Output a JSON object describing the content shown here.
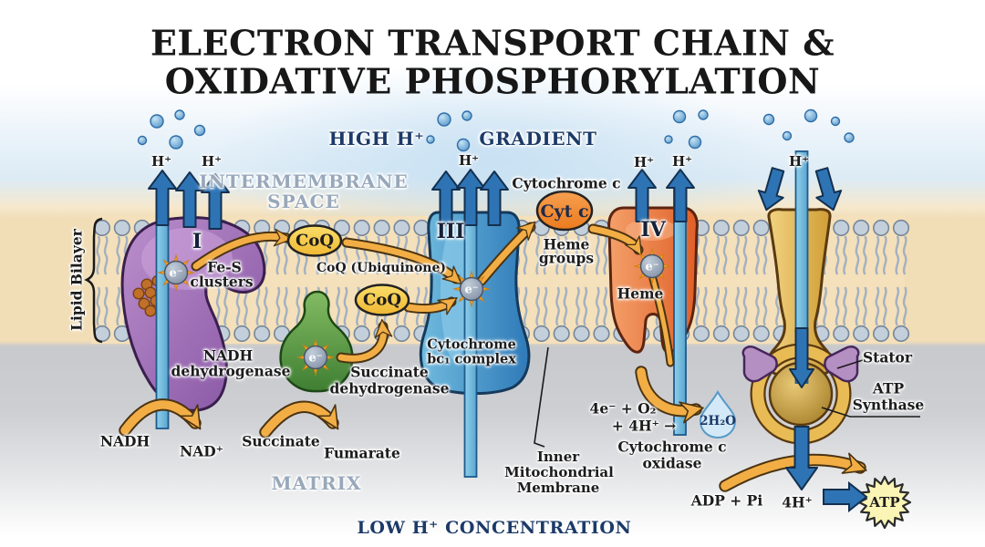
{
  "title": {
    "line1": "ELECTRON TRANSPORT CHAIN &",
    "line2": "OXIDATIVE PHOSPHORYLATION"
  },
  "regions": {
    "high_h": "HIGH H⁺",
    "gradient": "GRADIENT",
    "intermembrane_line1": "INTERMEMBRANE",
    "intermembrane_line2": "SPACE",
    "matrix": "MATRIX",
    "low_concentration": "LOW H⁺ CONCENTRATION",
    "lipid_bilayer": "Lipid Bilayer",
    "inner_membrane_line1": "Inner",
    "inner_membrane_line2": "Mitochondrial",
    "inner_membrane_line3": "Membrane"
  },
  "ions": {
    "h_plus": "H⁺",
    "electron": "e⁻"
  },
  "complex1": {
    "numeral": "I",
    "fe_s_line1": "Fe-S",
    "fe_s_line2": "clusters",
    "name_line1": "NADH",
    "name_line2": "dehydrogenase",
    "substrate": "NADH",
    "product": "NAD⁺"
  },
  "complex2": {
    "name_line1": "Succinate",
    "name_line2": "dehydrogenase",
    "substrate": "Succinate",
    "product": "Fumarate"
  },
  "complex3": {
    "numeral": "III",
    "name_line1": "Cytochrome",
    "name_line2": "bc₁ complex"
  },
  "complex4": {
    "numeral": "IV",
    "heme": "Heme",
    "name_line1": "Cytochrome c",
    "name_line2": "oxidase",
    "reaction_line1": "4e⁻ + O₂",
    "reaction_line2": "+ 4H⁺ →",
    "water": "2H₂O"
  },
  "carriers": {
    "coq": "CoQ",
    "coq_full": "CoQ (Ubiquinone)",
    "cyt_c": "Cyt c",
    "cyt_c_label": "Cytochrome c",
    "heme_groups_line1": "Heme",
    "heme_groups_line2": "groups"
  },
  "atp_synthase": {
    "stator": "Stator",
    "name_line1": "ATP",
    "name_line2": "Synthase",
    "adp": "ADP + Pi",
    "h_out": "4H⁺",
    "atp": "ATP"
  },
  "colors": {
    "complex1_purple": "#9f6cb4",
    "complex2_green": "#5f9e48",
    "complex3_blue": "#3e8cc7",
    "complex4_orange": "#ec6f3c",
    "coq_yellow": "#f6c93f",
    "cytc_orange": "#f0882c",
    "synthase_gold": "#e4b44a",
    "stator_purple": "#b48fc2",
    "arrow_orange": "#f2ae45",
    "arrow_blue": "#2e74b5",
    "bar_blue": "#79bedf",
    "membrane_tan": "#f4e0ba",
    "lipid_head_gray": "#c3cfdb",
    "navy_text": "#1c3a68",
    "gray_text": "#98a8ba",
    "water_blue": "#d3e9f7",
    "atp_burst_yellow": "#faf4b5"
  }
}
